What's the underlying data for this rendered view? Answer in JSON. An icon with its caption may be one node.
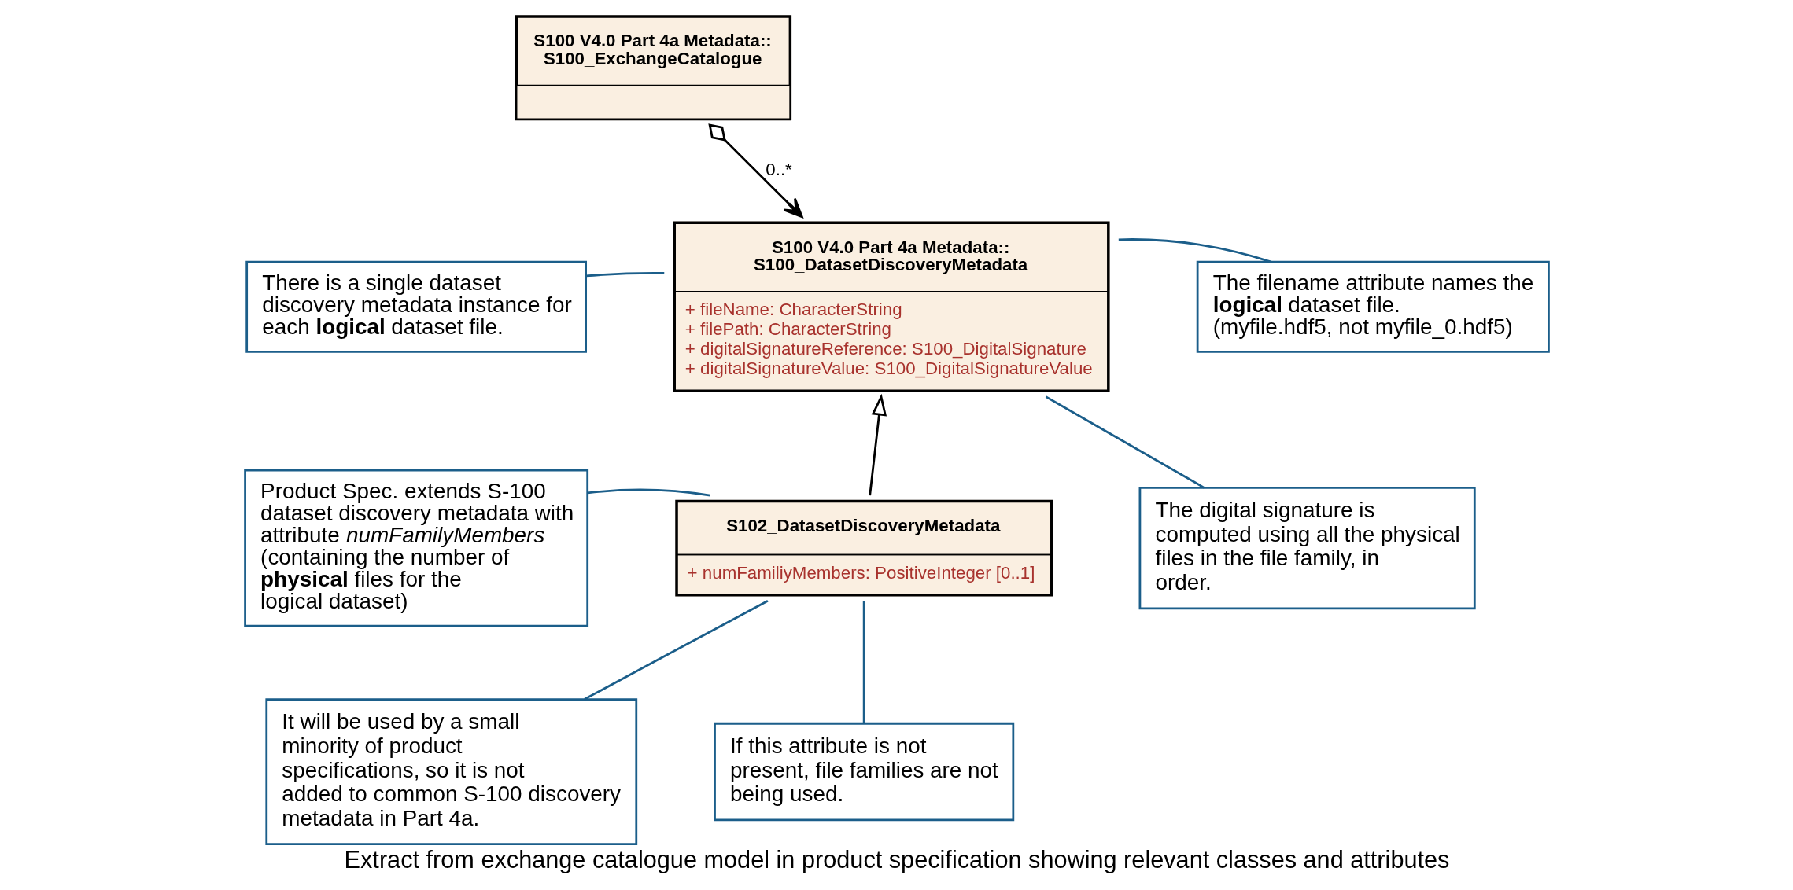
{
  "diagram": {
    "caption": "Extract from exchange catalogue model in product specification showing relevant classes and attributes",
    "nodes": [
      {
        "text": [
          "S100 V4.0 Part 4a Metadata:: S100_ExchangeCatalogue"
        ]
      },
      {
        "text": [
          "S100 V4.0 Part 4a Metadata:: S100_DatasetDiscoveryMetadata",
          "+ fileName: CharacterString",
          "+ filePath: CharacterString",
          "+ digitalSignatureReference: S100_DigitalSignature",
          "+ digitalSignatureValue: S100_DigitalSignatureValue"
        ]
      },
      {
        "text": [
          "S102_DatasetDiscoveryMetadata",
          "+ numFamiliyMembers: PositiveInteger [0..1]"
        ]
      },
      {
        "text": [
          "There is a single dataset discovery metadata instance for each **logical** dataset file."
        ]
      },
      {
        "text": [
          "The filename attribute names the **logical** dataset file. (myfile.hdf5, not myfile_0.hdf5)"
        ]
      },
      {
        "text": [
          "The digital signature is computed using all the physical files in the file family, in order."
        ]
      },
      {
        "text": [
          "Product Spec. extends S-100 dataset discovery metadata with attribute *numFamilyMembers* (containing the number of **physical** files for the logical dataset)"
        ]
      },
      {
        "text": [
          "It will be used by a small minority of product specifications, so it is not added to common S-100 discovery metadata in Part 4a."
        ]
      },
      {
        "text": [
          "If this attribute is not present, file families are not being used."
        ]
      }
    ],
    "edges": [
      {
        "from": 0,
        "to": 1,
        "arrow": "to",
        "label": "0..*",
        "color": "#000000"
      },
      {
        "from": 2,
        "to": 1,
        "arrow": "to",
        "color": "#000000"
      },
      {
        "from": 3,
        "to": 1,
        "arrow": "none"
      },
      {
        "from": 4,
        "to": 1,
        "arrow": "none"
      },
      {
        "from": 5,
        "to": 1,
        "arrow": "none"
      },
      {
        "from": 6,
        "to": 2,
        "arrow": "none"
      },
      {
        "from": 7,
        "to": 2,
        "arrow": "none"
      },
      {
        "from": 8,
        "to": 2,
        "arrow": "none"
      }
    ]
  }
}
